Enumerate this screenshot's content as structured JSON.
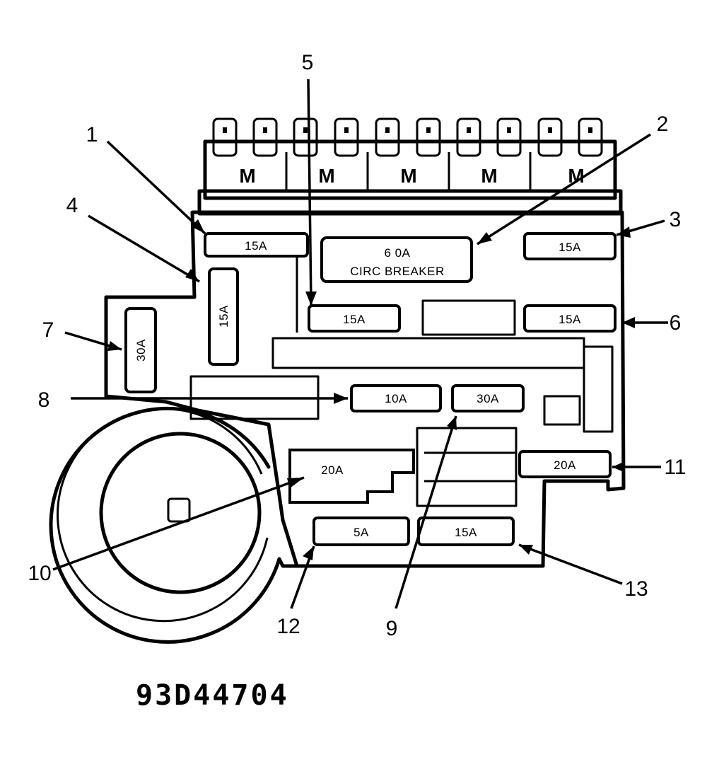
{
  "fuses": [
    {
      "id": "f1",
      "label": "15A"
    },
    {
      "id": "f2",
      "label": "15A"
    },
    {
      "id": "f3",
      "label": "15A"
    },
    {
      "id": "f4",
      "label": "15A"
    },
    {
      "id": "f5",
      "label": "15A"
    },
    {
      "id": "f6",
      "label": "30A"
    },
    {
      "id": "f7",
      "label": "10A"
    },
    {
      "id": "f8",
      "label": "30A"
    },
    {
      "id": "f9",
      "label": "20A"
    },
    {
      "id": "f10",
      "label": "20A"
    },
    {
      "id": "f11",
      "label": "5A"
    },
    {
      "id": "f12",
      "label": "15A"
    }
  ],
  "breaker": {
    "line1": "6 0A",
    "line2": "CIRC  BREAKER"
  },
  "callouts": [
    "1",
    "2",
    "3",
    "4",
    "5",
    "6",
    "7",
    "8",
    "9",
    "10",
    "11",
    "12",
    "13"
  ],
  "connector_marks": [
    "M",
    "M",
    "M",
    "M",
    "M"
  ],
  "figure_id": "93D44704"
}
